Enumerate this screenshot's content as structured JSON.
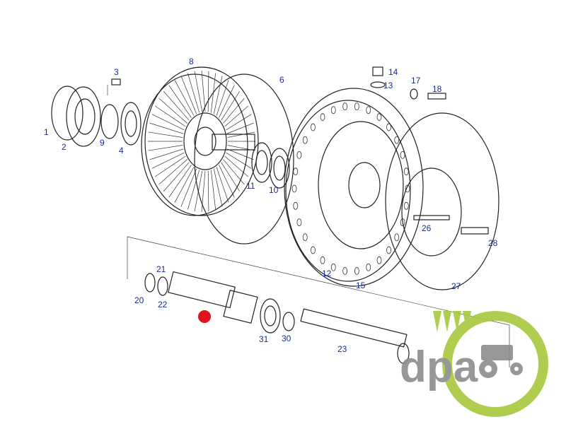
{
  "diagram": {
    "part_labels": {
      "p1": "1",
      "p2": "2",
      "p3": "3",
      "p4": "4",
      "p6": "6",
      "p8": "8",
      "p9": "9",
      "p10": "10",
      "p11": "11",
      "p12": "12",
      "p13": "13",
      "p14": "14",
      "p15": "15",
      "p17": "17",
      "p18": "18",
      "p20": "20",
      "p21": "21",
      "p22": "22",
      "p23": "23",
      "p26": "26",
      "p27": "27",
      "p28": "28",
      "p30": "30",
      "p31": "31"
    },
    "marker_color": "#e0141e",
    "label_color": "#1a2a9a"
  },
  "logo": {
    "text": "dpa",
    "accent_color": "#a8c83c",
    "text_color": "#8c8c8c"
  }
}
